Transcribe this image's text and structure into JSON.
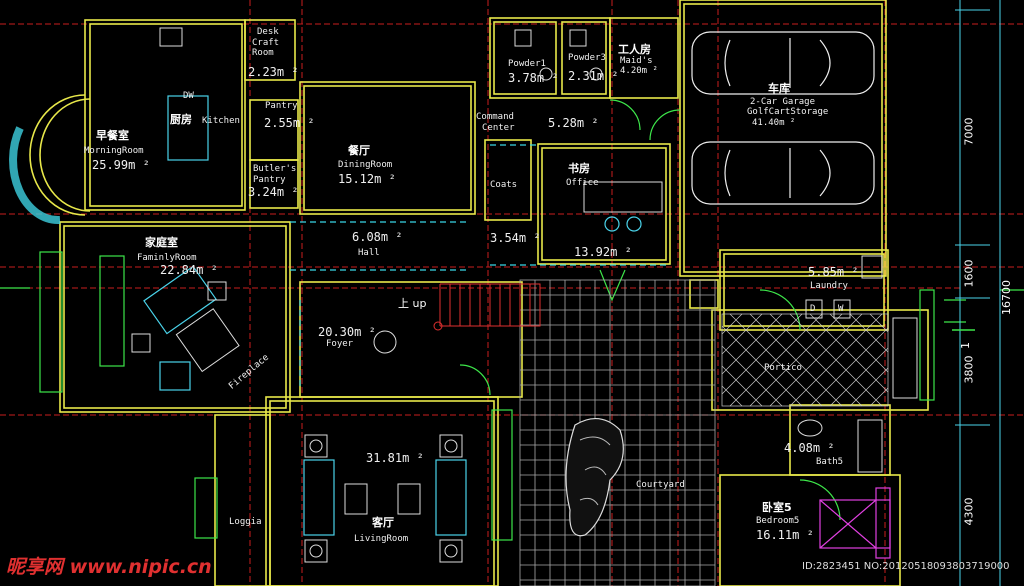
{
  "rooms": {
    "morning": {
      "cn": "早餐室",
      "en": "MorningRoom",
      "area": "25.99m ²"
    },
    "kitchen": {
      "cn": "厨房",
      "en": "Kitchen",
      "dw": "DW"
    },
    "desk": {
      "en1": "Desk",
      "en2": "Craft",
      "en3": "Room",
      "area": "2.23m ²"
    },
    "pantry": {
      "en": "Pantry",
      "area": "2.55m ²"
    },
    "butler": {
      "en1": "Butler's",
      "en2": "Pantry",
      "area": "3.24m ²"
    },
    "dining": {
      "cn": "餐厅",
      "en": "DiningRoom",
      "area": "15.12m ²"
    },
    "powder1": {
      "en": "Powder1",
      "area": "3.78m ²"
    },
    "powder3": {
      "en": "Powder3",
      "area": "2.31m ²"
    },
    "maid": {
      "cn": "工人房",
      "en": "Maid's",
      "area": "4.20m ²"
    },
    "garage": {
      "cn": "车库",
      "en1": "2-Car Garage",
      "en2": "GolfCartStorage",
      "area": "41.40m ²"
    },
    "command": {
      "en1": "Command",
      "en2": "Center",
      "area": "5.28m ²"
    },
    "coats": {
      "en": "Coats",
      "area": "3.54m ²"
    },
    "office": {
      "cn": "书房",
      "en": "Office",
      "area": "13.92m ²"
    },
    "family": {
      "cn": "家庭室",
      "en": "FaminlyRoom",
      "area": "22.84m ²",
      "fireplace": "Fireplace"
    },
    "hall": {
      "en": "Hall",
      "area": "6.08m ²"
    },
    "foyer": {
      "en": "Foyer",
      "area": "20.30m ²",
      "up": "上 up"
    },
    "laundry": {
      "en": "Laundry",
      "area": "5.85m ²",
      "d": "D",
      "w": "W"
    },
    "portico": {
      "en": "Portico"
    },
    "bath5": {
      "en": "Bath5",
      "area": "4.08m ²"
    },
    "courtyard": {
      "en": "Courtyard"
    },
    "loggia": {
      "en": "Loggia"
    },
    "living": {
      "cn": "客厅",
      "en": "LivingRoom",
      "area": "31.81m ²"
    },
    "bed5": {
      "cn": "卧室5",
      "en": "Bedroom5",
      "area": "16.11m ²"
    }
  },
  "dimensions": {
    "d1": "7000",
    "d2": "1600",
    "d3": "3800",
    "d4": "4300",
    "total": "16700",
    "marker": "1"
  },
  "watermark": {
    "logo": "昵享网 www.nipic.cn",
    "id": "ID:2823451 NO:20120518093803719000"
  }
}
